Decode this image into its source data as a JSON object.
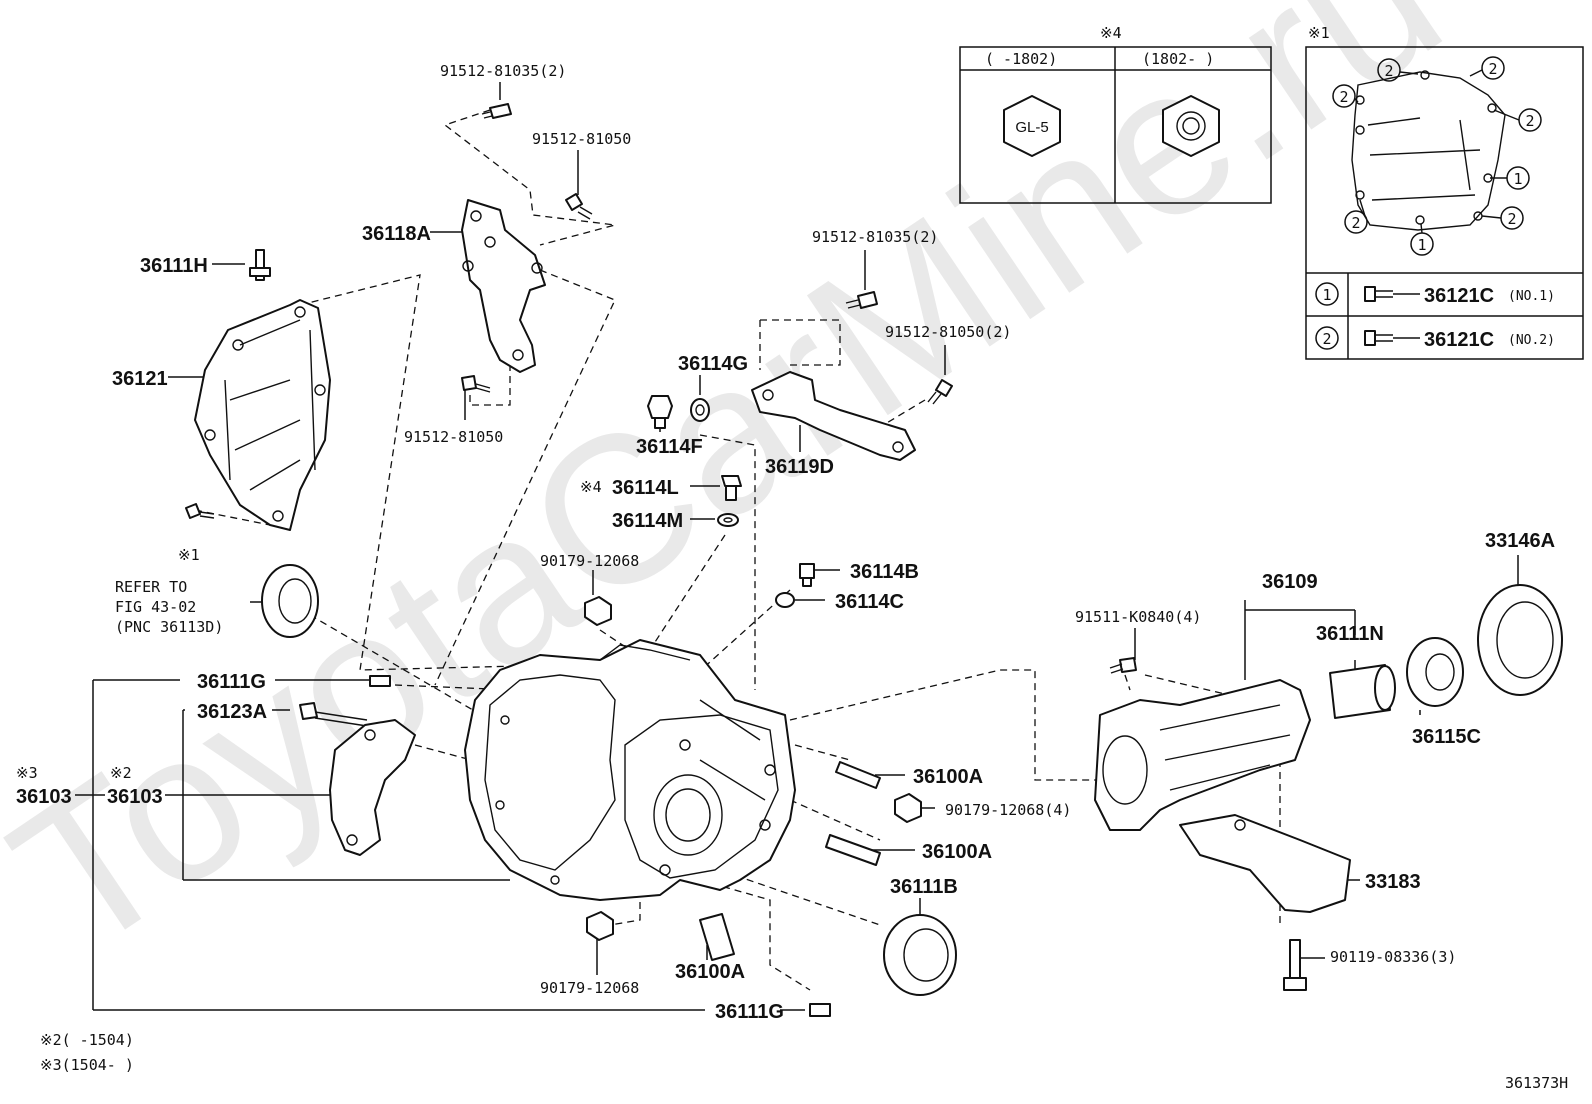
{
  "watermark": "ToyotaCarMine.ru",
  "diagram_code": "361373H",
  "notes": {
    "note2": "※2(    -1504)",
    "note3": "※3(1504-    )"
  },
  "labels": {
    "b91512_81035_top": "91512-81035(2)",
    "b91512_81050_top": "91512-81050",
    "p36118A": "36118A",
    "p36111H": "36111H",
    "p36121": "36121",
    "b91512_81050_mid": "91512-81050",
    "mark1_left": "※1",
    "refer_line1": "REFER TO",
    "refer_line2": "FIG 43-02",
    "refer_line3": "(PNC 36113D)",
    "p36111G_top": "36111G",
    "p36123A": "36123A",
    "mark3": "※3",
    "p36103_outer": "36103",
    "mark2": "※2",
    "p36103_inner": "36103",
    "b91512_81035_right": "91512-81035(2)",
    "b91512_81050_right": "91512-81050(2)",
    "p36114G": "36114G",
    "p36114F": "36114F",
    "p36119D": "36119D",
    "mark4_36114L": "※4",
    "p36114L": "36114L",
    "p36114M": "36114M",
    "n90179_12068_top": "90179-12068",
    "p36114B": "36114B",
    "p36114C": "36114C",
    "p36100A_1": "36100A",
    "n90179_12068_4": "90179-12068(4)",
    "p36100A_2": "36100A",
    "p36111B": "36111B",
    "n90179_12068_bottom": "90179-12068",
    "p36100A_3": "36100A",
    "p36111G_bottom": "36111G",
    "p36109": "36109",
    "b91511_K0840": "91511-K0840(4)",
    "p36111N": "36111N",
    "p36115C": "36115C",
    "p33146A": "33146A",
    "p33183": "33183",
    "b90119_08336": "90119-08336(3)"
  },
  "inset4": {
    "mark": "※4",
    "col1_header": "(    -1802)",
    "col2_header": "(1802-    )",
    "plug_text": "GL-5"
  },
  "inset1": {
    "mark": "※1",
    "callouts": [
      "2",
      "2",
      "2",
      "2",
      "1",
      "2",
      "2",
      "1"
    ],
    "legend": [
      {
        "num": "1",
        "part": "36121C",
        "note": "(NO.1)"
      },
      {
        "num": "2",
        "part": "36121C",
        "note": "(NO.2)"
      }
    ]
  }
}
